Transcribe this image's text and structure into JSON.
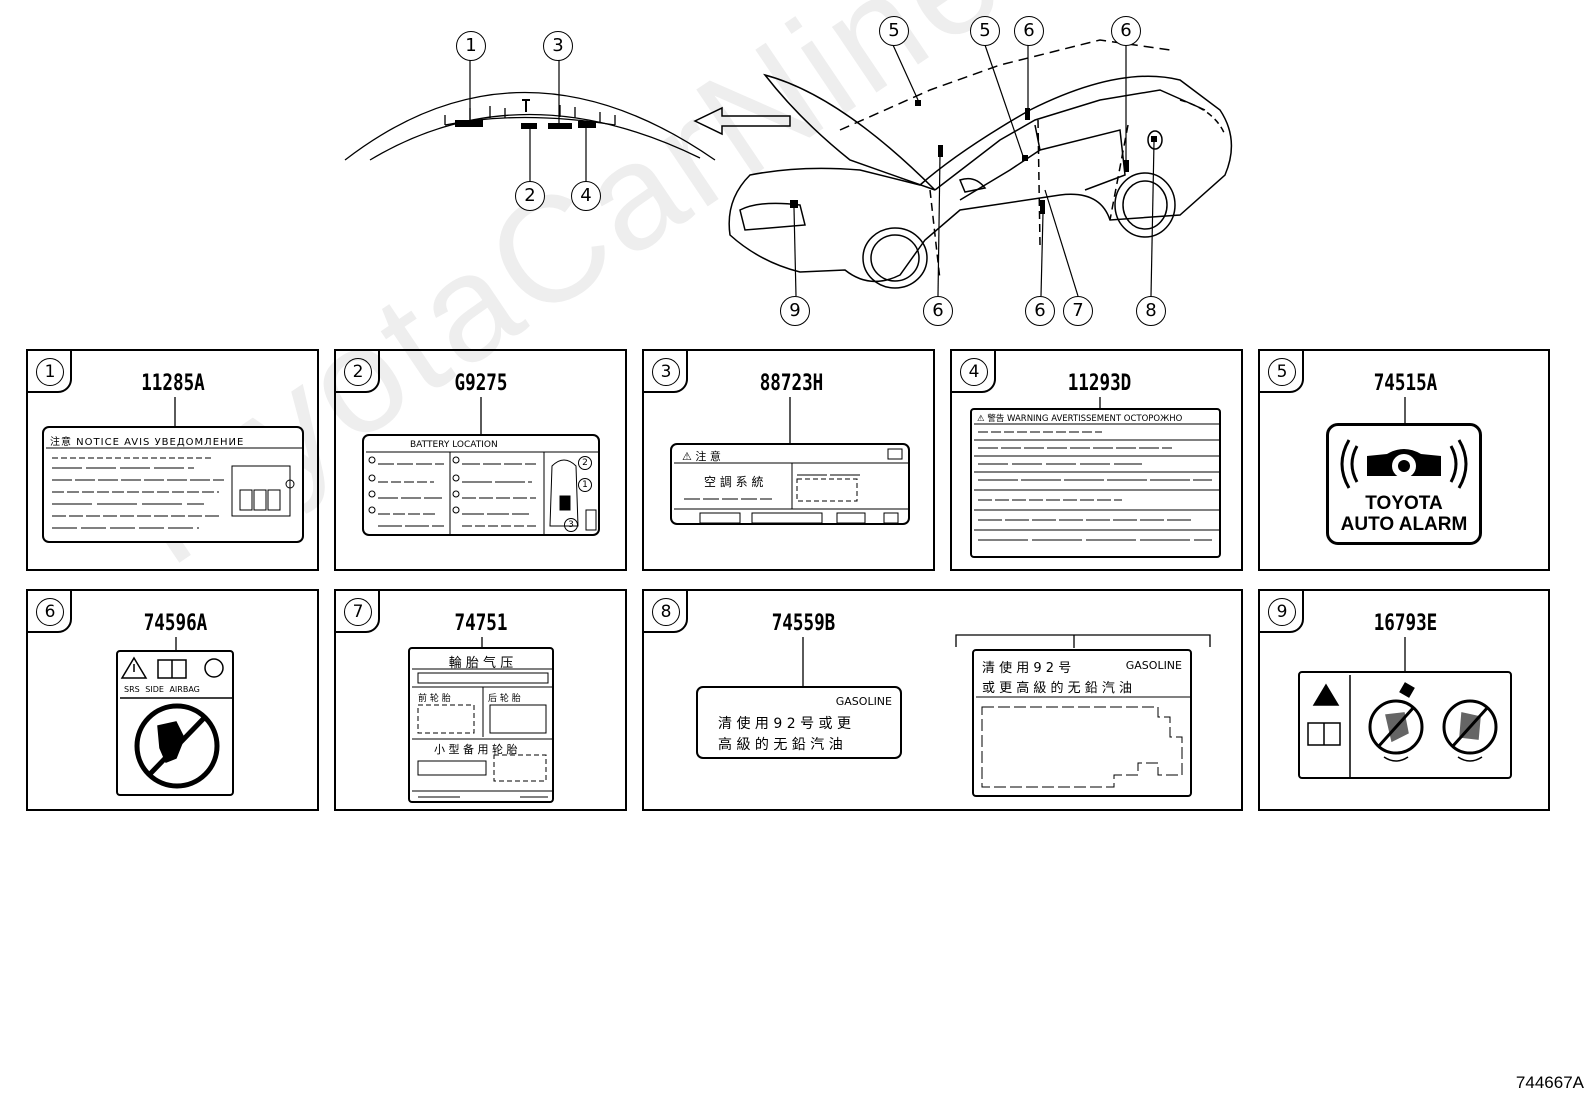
{
  "watermark": "ToyotaCarNine.ru",
  "figure_code": "744667A",
  "overview": {
    "dash_callouts": [
      "1",
      "2",
      "3",
      "4"
    ],
    "car_callouts": {
      "c5a": "5",
      "c5b": "5",
      "c6a": "6",
      "c6b": "6",
      "c6c": "6",
      "c6d": "6",
      "c7": "7",
      "c8": "8",
      "c9": "9"
    }
  },
  "panels": [
    {
      "num": "1",
      "part": "11285A",
      "header": "注意 NOTICE AVIS УВЕДОМЛЕНИЕ"
    },
    {
      "num": "2",
      "part": "G9275",
      "header": "BATTERY LOCATION",
      "marks": [
        "2",
        "1",
        "3"
      ]
    },
    {
      "num": "3",
      "part": "88723H",
      "header": "注 意",
      "body": "空 調 系 統"
    },
    {
      "num": "4",
      "part": "11293D",
      "header": "警告 WARNING AVERTISSEMENT ОСТОРОЖНО"
    },
    {
      "num": "5",
      "part": "74515A",
      "line1": "TOYOTA",
      "line2": "AUTO ALARM"
    },
    {
      "num": "6",
      "part": "74596A",
      "caption": "SRS SIDE AIRBAG"
    },
    {
      "num": "7",
      "part": "74751",
      "title": "輪 胎 气 压",
      "front": "前 轮 胎",
      "rear": "后 轮 胎",
      "spare": "小 型 备 用 轮 胎"
    },
    {
      "num": "8",
      "part": "74559B",
      "gas": "GASOLINE",
      "text1": "清 使 用 9 2 号 或 更",
      "text2": "高 級 的 无 鉛 汽 油",
      "right1": "清 使 用 9 2 号",
      "right_gas": "GASOLINE",
      "right2": "或 更 高 級 的 无 鉛 汽 油"
    },
    {
      "num": "9",
      "part": "16793E"
    }
  ]
}
